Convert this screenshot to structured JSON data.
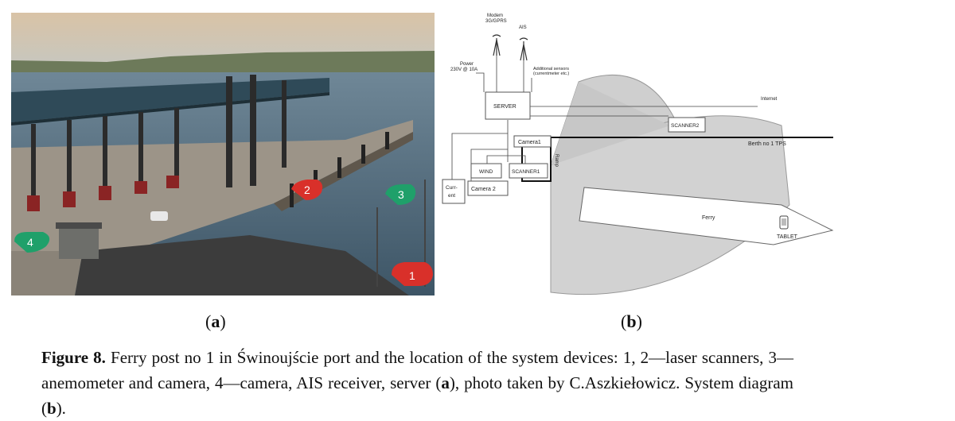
{
  "panel_a": {
    "markers": [
      {
        "label": "1",
        "color": "#d9302a"
      },
      {
        "label": "2",
        "color": "#d9302a"
      },
      {
        "label": "3",
        "color": "#1fa06a"
      },
      {
        "label": "4",
        "color": "#1fa06a"
      }
    ],
    "sublabel": {
      "open": "(",
      "letter": "a",
      "close": ")"
    }
  },
  "panel_b": {
    "labels": {
      "modem": "Modem",
      "modem2": "3G/GPRS",
      "ais": "AIS",
      "power": "Power",
      "power2": "230V @ 10A",
      "additional": "Additional sensors",
      "additional2": "(currentmeter etc.)",
      "server": "SERVER",
      "internet": "Internet",
      "scanner2": "SCANNER2",
      "camera1": "Camera1",
      "berth": "Berth no 1 TPS",
      "ramp": "Ramp",
      "wind": "WIND",
      "scanner1": "SCANNER1",
      "current1": "Curr-",
      "current2": "ent",
      "camera2": "Camera 2",
      "ferry": "Ferry",
      "tablet": "TABLET"
    },
    "sublabel": {
      "open": "(",
      "letter": "b",
      "close": ")"
    }
  },
  "caption": {
    "figure_label": "Figure 8.",
    "text": " Ferry post no 1 in Świnoujście port and the location of the system devices: 1, 2—laser scanners, 3—anemometer and camera, 4—camera, AIS receiver, server (",
    "bold_a": "a",
    "text2": "), photo taken by C.Aszkiełowicz. System diagram (",
    "bold_b": "b",
    "text3": ")."
  }
}
